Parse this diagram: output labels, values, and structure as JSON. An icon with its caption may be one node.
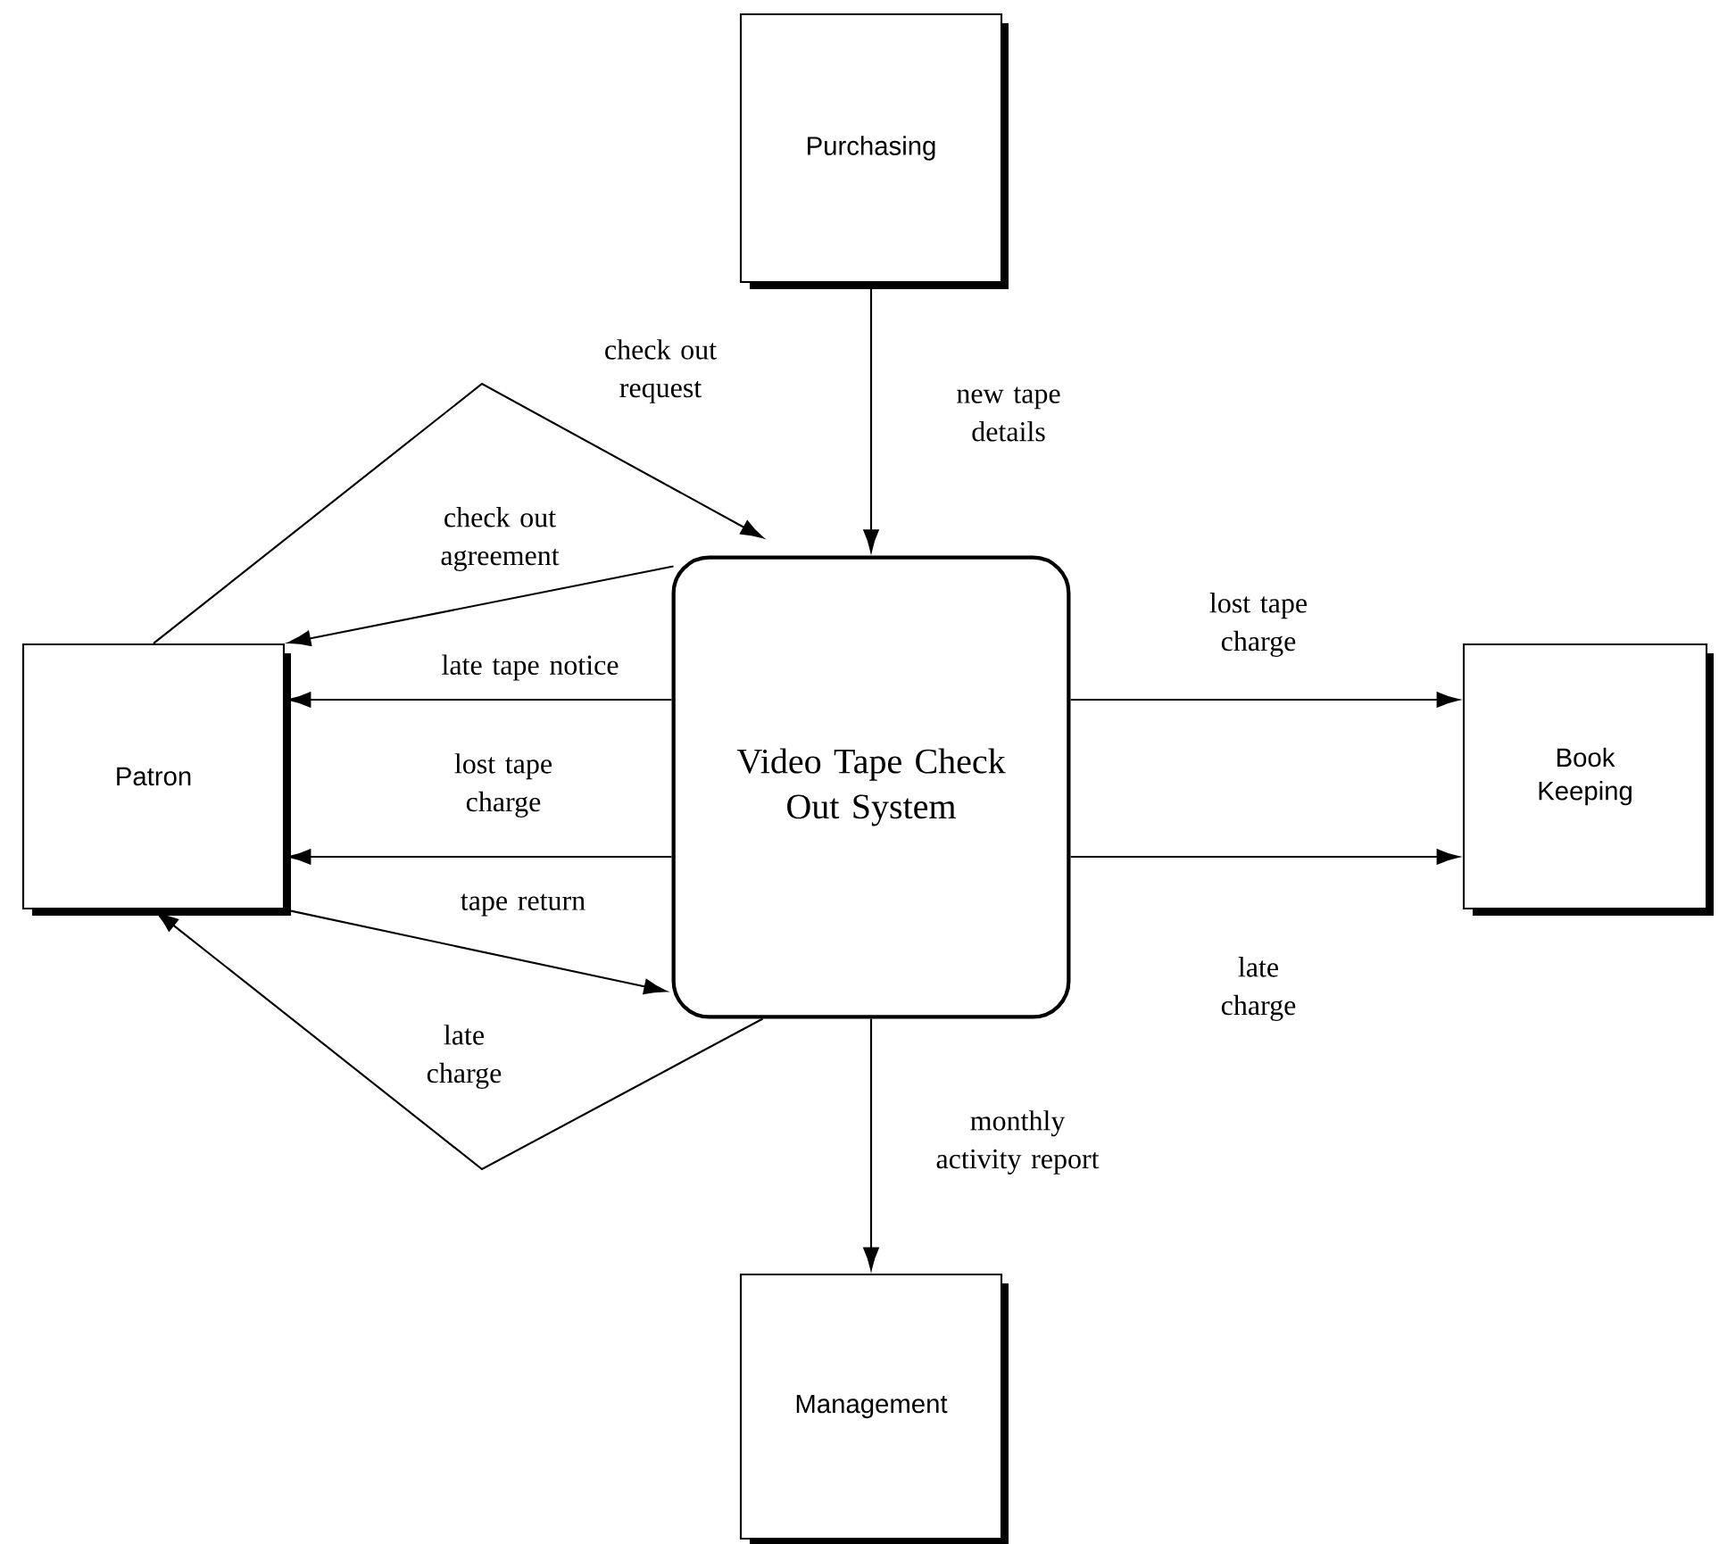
{
  "diagram": {
    "nodes": [
      {
        "text": [
          "Purchasing"
        ]
      },
      {
        "text": [
          "Patron"
        ]
      },
      {
        "text": [
          "Video Tape Check Out System"
        ]
      },
      {
        "text": [
          "Book Keeping"
        ]
      },
      {
        "text": [
          "Management"
        ]
      }
    ],
    "edges": [
      {
        "from": 0,
        "to": 2,
        "arrow": "to",
        "label": "new tape details"
      },
      {
        "from": 1,
        "to": 2,
        "arrow": "to",
        "label": "check out request"
      },
      {
        "from": 2,
        "to": 1,
        "arrow": "to",
        "label": "check out agreement"
      },
      {
        "from": 2,
        "to": 1,
        "arrow": "to",
        "label": "late tape notice"
      },
      {
        "from": 2,
        "to": 1,
        "arrow": "to",
        "label": "lost tape charge"
      },
      {
        "from": 1,
        "to": 2,
        "arrow": "to",
        "label": "tape return"
      },
      {
        "from": 2,
        "to": 1,
        "arrow": "to",
        "label": "late charge"
      },
      {
        "from": 2,
        "to": 3,
        "arrow": "to",
        "label": "lost tape charge"
      },
      {
        "from": 2,
        "to": 3,
        "arrow": "to",
        "label": "late charge"
      },
      {
        "from": 2,
        "to": 4,
        "arrow": "to",
        "label": "monthly activity report"
      }
    ]
  }
}
